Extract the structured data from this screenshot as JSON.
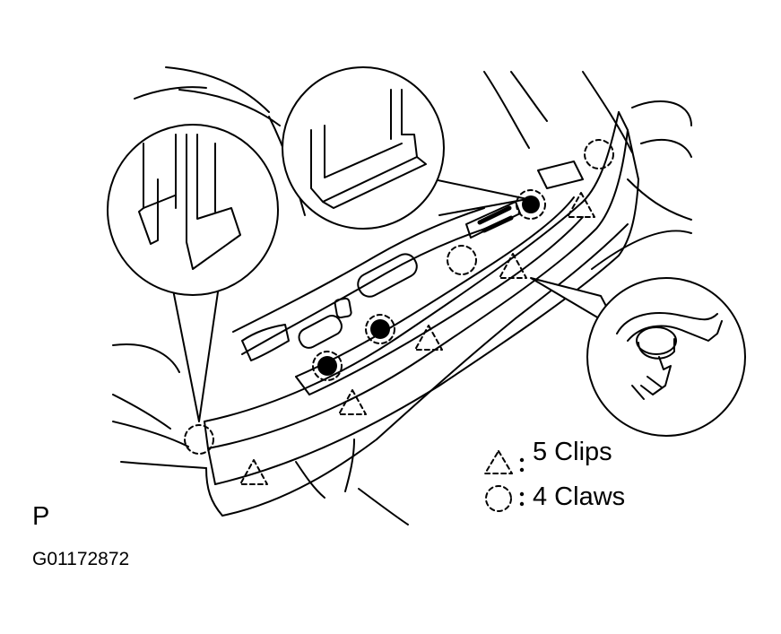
{
  "legend": {
    "clips_label": "5 Clips",
    "claws_label": "4 Claws",
    "clip_symbol": "dashed-triangle-icon",
    "claw_symbol": "dashed-circle-icon"
  },
  "view_letter": "P",
  "figure_code": "G01172872",
  "colors": {
    "ink": "#000000",
    "paper": "#ffffff"
  }
}
